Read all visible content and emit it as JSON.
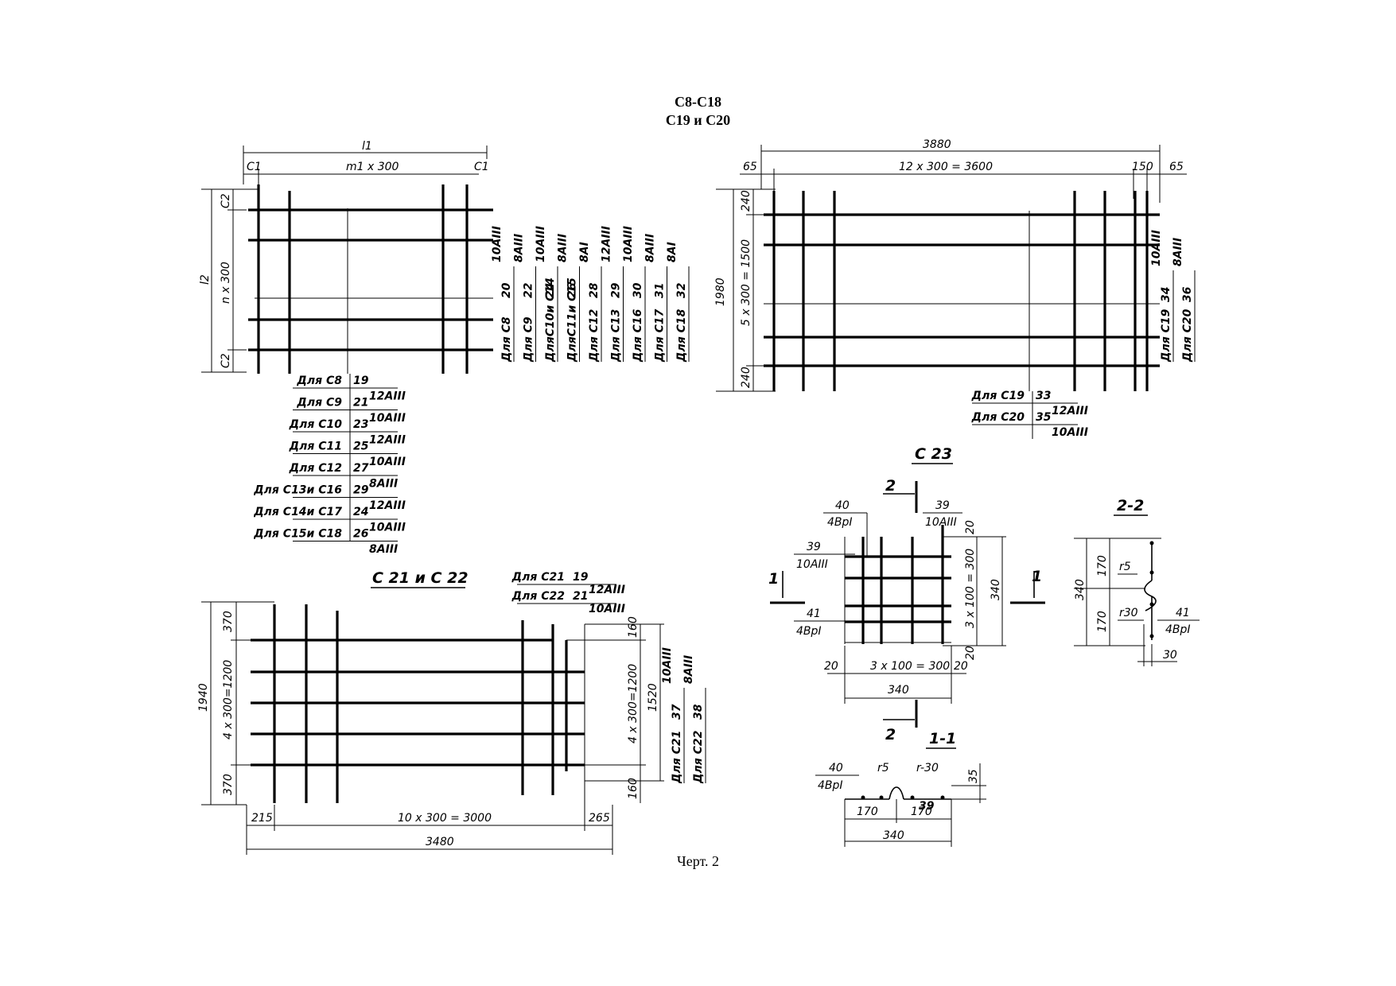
{
  "header": {
    "line1": "С8-С18",
    "line2": "С19 и С20"
  },
  "caption": "Черт. 2",
  "panel_c8_c18": {
    "l1": "l1",
    "l2": "l2",
    "c1": "C1",
    "c2": "C2",
    "m_x300": "m1 x 300",
    "n_x300": "n x 300",
    "bottom_table": [
      {
        "label": "Для С8",
        "pos": "19",
        "spec": ""
      },
      {
        "label": "Для С9",
        "pos": "21",
        "spec": "12АIII"
      },
      {
        "label": "Для С10",
        "pos": "23",
        "spec": "10АIII"
      },
      {
        "label": "Для С11",
        "pos": "25",
        "spec": "12АIII"
      },
      {
        "label": "Для С12",
        "pos": "27",
        "spec": "10АIII"
      },
      {
        "label": "Для С13и С16",
        "pos": "29",
        "spec": "8АIII"
      },
      {
        "label": "Для С14и С17",
        "pos": "24",
        "spec": "12АIII"
      },
      {
        "label": "Для С15и С18",
        "pos": "26",
        "spec": "10АIII"
      },
      {
        "label": "",
        "pos": "",
        "spec": "8АIII"
      }
    ],
    "side_table": [
      {
        "label": "Для С8",
        "pos": "20",
        "spec": "10АIII"
      },
      {
        "label": "Для С9",
        "pos": "22",
        "spec": "8АIII"
      },
      {
        "label": "ДляС10и С14",
        "pos": "24",
        "spec": "10АIII"
      },
      {
        "label": "ДляС11и С15",
        "pos": "26",
        "spec": "8АIII"
      },
      {
        "label": "Для С12",
        "pos": "28",
        "spec": "8АI"
      },
      {
        "label": "Для С13",
        "pos": "29",
        "spec": "12АIII"
      },
      {
        "label": "Для С16",
        "pos": "30",
        "spec": "10АIII"
      },
      {
        "label": "Для С17",
        "pos": "31",
        "spec": "8АIII"
      },
      {
        "label": "Для С18",
        "pos": "32",
        "spec": "8АI"
      }
    ]
  },
  "panel_c19_c20": {
    "overall": "3880",
    "span": "12 x 300 = 3600",
    "left": "65",
    "right150": "150",
    "right65": "65",
    "height": "1980",
    "mid": "5 x 300 = 1500",
    "top": "240",
    "bottom": "240",
    "table": [
      {
        "label": "Для С19",
        "pos": "33",
        "spec": ""
      },
      {
        "label": "Для С20",
        "pos": "35",
        "spec": "12АIII"
      },
      {
        "label": "",
        "pos": "",
        "spec": "10АIII"
      }
    ],
    "side": [
      {
        "label": "Для С19",
        "pos": "34",
        "spec": "10АIII"
      },
      {
        "label": "Для С20",
        "pos": "36",
        "spec": "8АIII"
      }
    ]
  },
  "panel_c21_c22": {
    "title": "С 21  и  С 22",
    "table": [
      {
        "label": "Для С21",
        "pos": "19",
        "spec": ""
      },
      {
        "label": "Для С22",
        "pos": "21",
        "spec": "12АIII"
      },
      {
        "label": "",
        "pos": "",
        "spec": "10АIII"
      }
    ],
    "height": "1940",
    "top": "370",
    "mid": "4 x 300=1200",
    "bottom": "370",
    "left": "215",
    "span": "10 x 300 = 3000",
    "right": "265",
    "overall": "3480",
    "right160a": "160",
    "right_mid": "4 x 300=1200",
    "right1520": "1520",
    "right160b": "160",
    "side": [
      {
        "label": "Для С21",
        "pos": "37",
        "spec": "10АIII"
      },
      {
        "label": "Для С22",
        "pos": "38",
        "spec": "8АIII"
      }
    ]
  },
  "panel_c23": {
    "title": "С 23",
    "sec2": "2",
    "sec1": "1",
    "p40": "40",
    "p40spec": "4ВрI",
    "p39": "39",
    "p39spec": "10АIII",
    "p41": "41",
    "p41spec": "4ВрI",
    "d20a": "20",
    "d20b": "20",
    "d20c": "20",
    "d20d": "20",
    "span": "3 x 100 = 300",
    "vspan": "3 x 100 = 300",
    "v340": "340",
    "h340": "340"
  },
  "section_2_2": {
    "title": "2-2",
    "h340": "340",
    "h170a": "170",
    "h170b": "170",
    "r5": "r5",
    "r30": "r30",
    "p41": "41",
    "p41spec": "4ВрI",
    "d30": "30"
  },
  "section_1_1": {
    "title": "1-1",
    "p40": "40",
    "p40spec": "4ВрI",
    "r5": "r5",
    "r30": "r-30",
    "d35": "35",
    "d170a": "170",
    "d170b": "170",
    "p39": "39",
    "w340": "340"
  }
}
